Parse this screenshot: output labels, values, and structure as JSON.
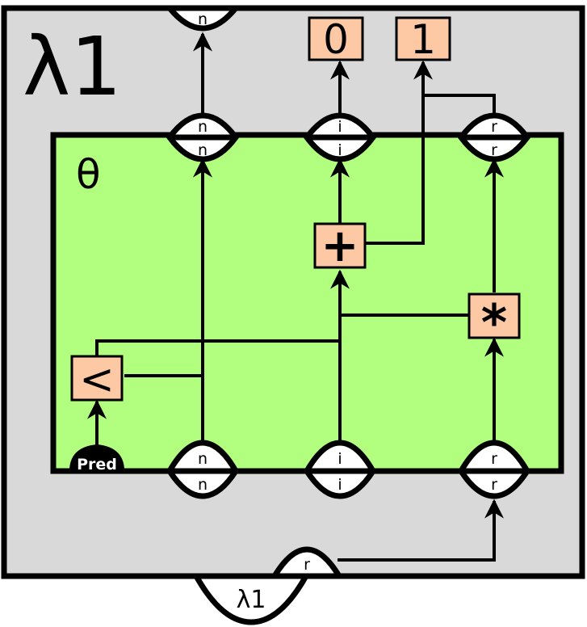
{
  "outer_block": {
    "label": "λ1",
    "fill": "#d9d9d9"
  },
  "inner_block": {
    "label": "θ",
    "fill": "#b2ff7f"
  },
  "top_output_port": {
    "label": "n"
  },
  "bottom_input_port": {
    "label": "λ1"
  },
  "outer_input_port": {
    "label": "r"
  },
  "loop_ports_top": [
    {
      "outer": "n",
      "inner": "n"
    },
    {
      "outer": "i",
      "inner": "i"
    },
    {
      "outer": "r",
      "inner": "r"
    }
  ],
  "loop_ports_bottom": [
    {
      "inner": "n",
      "outer": "n"
    },
    {
      "inner": "i",
      "outer": "i"
    },
    {
      "inner": "r",
      "outer": "r"
    }
  ],
  "constants": {
    "zero": "0",
    "one": "1"
  },
  "operators": {
    "plus": "+",
    "times": "*",
    "less": "<"
  },
  "pred_port": {
    "label": "Pred"
  },
  "colors": {
    "op_box": "#fdc9a5",
    "stroke": "#000000",
    "port_fill": "#ffffff"
  }
}
